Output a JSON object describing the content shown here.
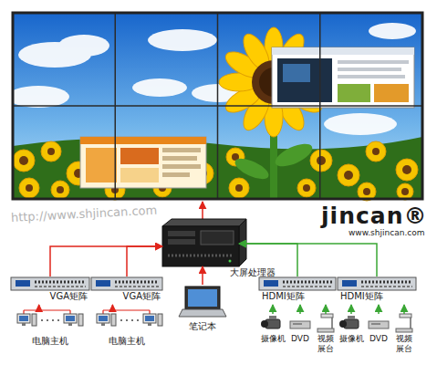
{
  "diagram": {
    "nodes": [
      {
        "text": [
          "大屏处理器"
        ]
      },
      {
        "text": [
          "VGA矩阵"
        ]
      },
      {
        "text": [
          "VGA矩阵"
        ]
      },
      {
        "text": [
          "HDMI矩阵"
        ]
      },
      {
        "text": [
          "HDMI矩阵"
        ]
      },
      {
        "text": [
          "笔记本"
        ]
      },
      {
        "text": [
          "电脑主机"
        ]
      },
      {
        "text": [
          "电脑主机"
        ]
      },
      {
        "text": [
          "摄像机"
        ]
      },
      {
        "text": [
          "DVD"
        ]
      },
      {
        "text": [
          "视频展台"
        ]
      },
      {
        "text": [
          "摄像机"
        ]
      },
      {
        "text": [
          "DVD"
        ]
      },
      {
        "text": [
          "视频展台"
        ]
      }
    ],
    "edges": [
      {
        "from": 1,
        "to": 0,
        "arrow": "to"
      },
      {
        "from": 2,
        "to": 0,
        "arrow": "to"
      },
      {
        "from": 3,
        "to": 0,
        "arrow": "to"
      },
      {
        "from": 4,
        "to": 0,
        "arrow": "to"
      },
      {
        "from": 5,
        "to": 0,
        "arrow": "to"
      },
      {
        "from": 6,
        "to": 1,
        "arrow": "to"
      },
      {
        "from": 7,
        "to": 2,
        "arrow": "to"
      },
      {
        "from": 8,
        "to": 3,
        "arrow": "to"
      },
      {
        "from": 9,
        "to": 3,
        "arrow": "to"
      },
      {
        "from": 10,
        "to": 3,
        "arrow": "to"
      },
      {
        "from": 11,
        "to": 4,
        "arrow": "to"
      },
      {
        "from": 12,
        "to": 4,
        "arrow": "to"
      },
      {
        "from": 13,
        "to": 4,
        "arrow": "to"
      }
    ],
    "labels": [
      "jincan®",
      "www.shjincan.com",
      "http://www.shjincan.com"
    ]
  }
}
